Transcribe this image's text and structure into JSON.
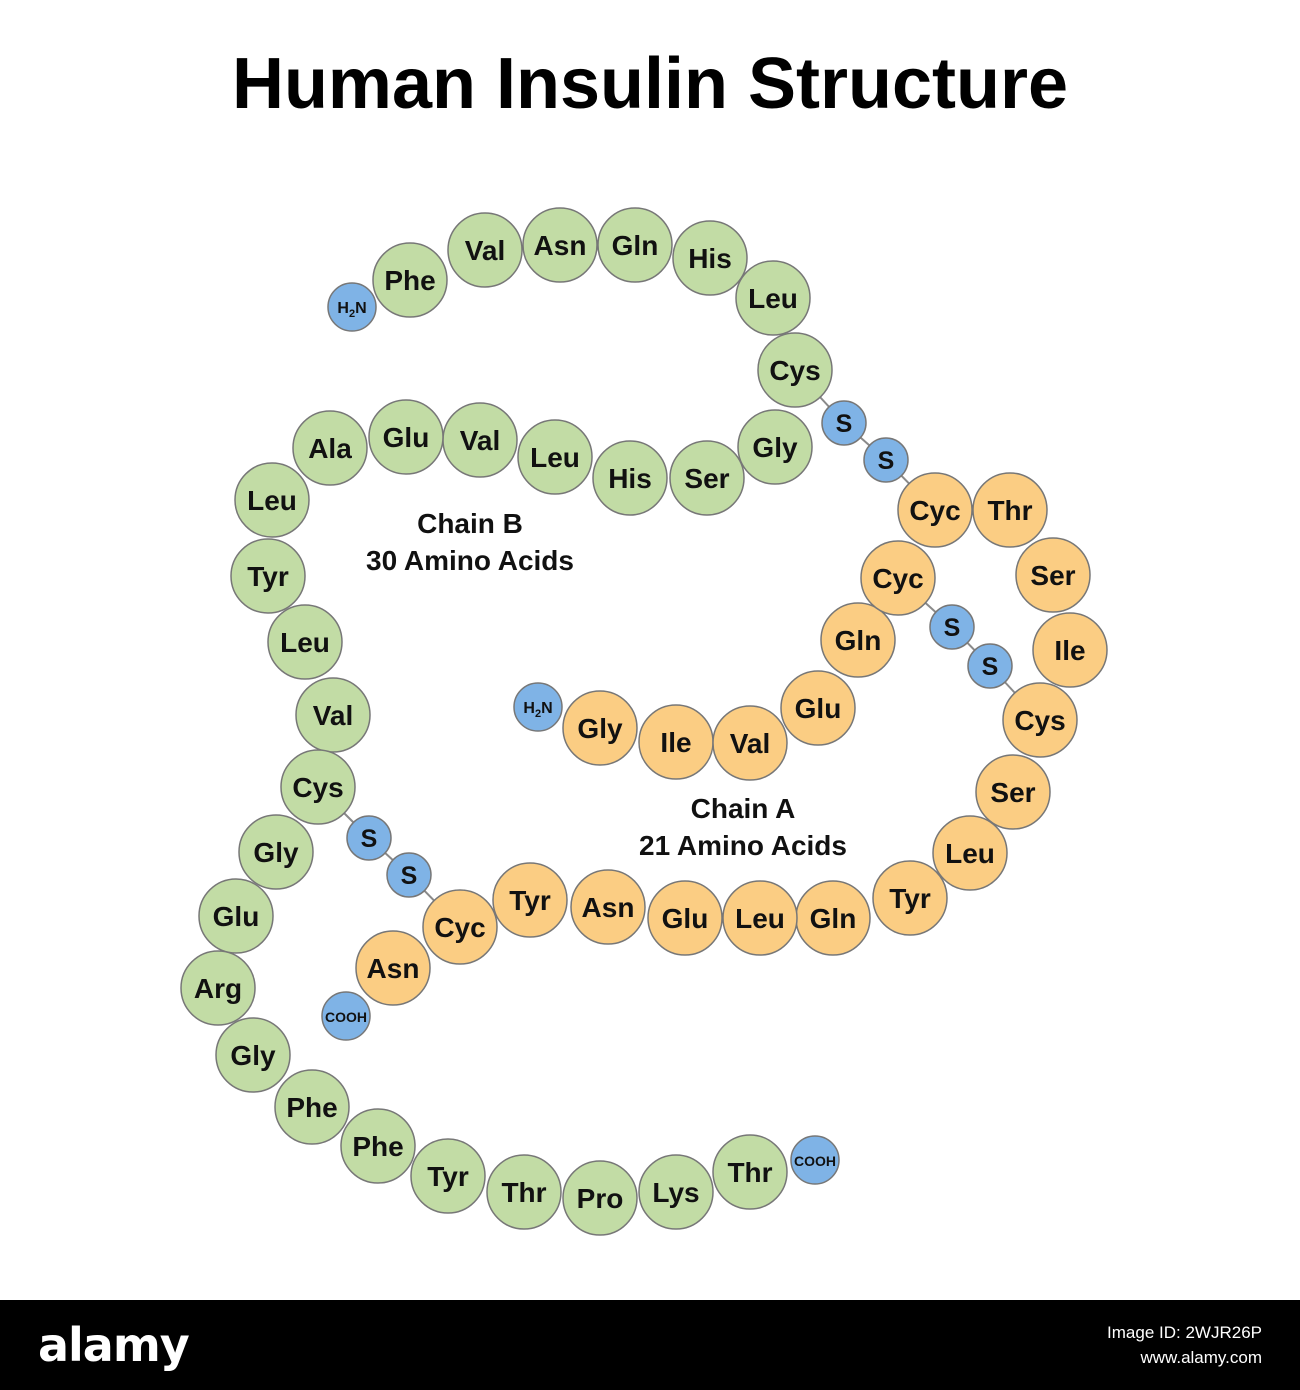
{
  "title": "Human Insulin Structure",
  "colors": {
    "chain_b": "#c2dca5",
    "chain_a": "#fbcd83",
    "terminal": "#7fb3e6",
    "outline": "#777777"
  },
  "chain_b": {
    "label_line1": "Chain B",
    "label_line2": "30 Amino Acids",
    "n_terminus": "H2N",
    "c_terminus": "COOH",
    "residues": [
      "Phe",
      "Val",
      "Asn",
      "Gln",
      "His",
      "Leu",
      "Cys",
      "Gly",
      "Ser",
      "His",
      "Leu",
      "Val",
      "Glu",
      "Ala",
      "Leu",
      "Tyr",
      "Leu",
      "Val",
      "Cys",
      "Gly",
      "Glu",
      "Arg",
      "Gly",
      "Phe",
      "Phe",
      "Tyr",
      "Thr",
      "Pro",
      "Lys",
      "Thr"
    ]
  },
  "chain_a": {
    "label_line1": "Chain A",
    "label_line2": "21 Amino Acids",
    "n_terminus": "H2N",
    "c_terminus": "COOH",
    "residues": [
      "Gly",
      "Ile",
      "Val",
      "Glu",
      "Gln",
      "Cyc",
      "Cyc",
      "Thr",
      "Ser",
      "Ile",
      "Cys",
      "Ser",
      "Leu",
      "Tyr",
      "Gln",
      "Leu",
      "Glu",
      "Asn",
      "Tyr",
      "Cyc",
      "Asn"
    ]
  },
  "disulfide_bridges": [
    {
      "atoms": [
        "S",
        "S"
      ],
      "between": "Chain B Cys – Chain A Cyc"
    },
    {
      "atoms": [
        "S",
        "S"
      ],
      "between": "Chain A Cyc – Chain A Cys"
    },
    {
      "atoms": [
        "S",
        "S"
      ],
      "between": "Chain B Cys – Chain A Cyc"
    }
  ],
  "footer": {
    "brand": "alamy",
    "image_id_label": "Image ID: 2WJR26P",
    "site": "www.alamy.com"
  }
}
